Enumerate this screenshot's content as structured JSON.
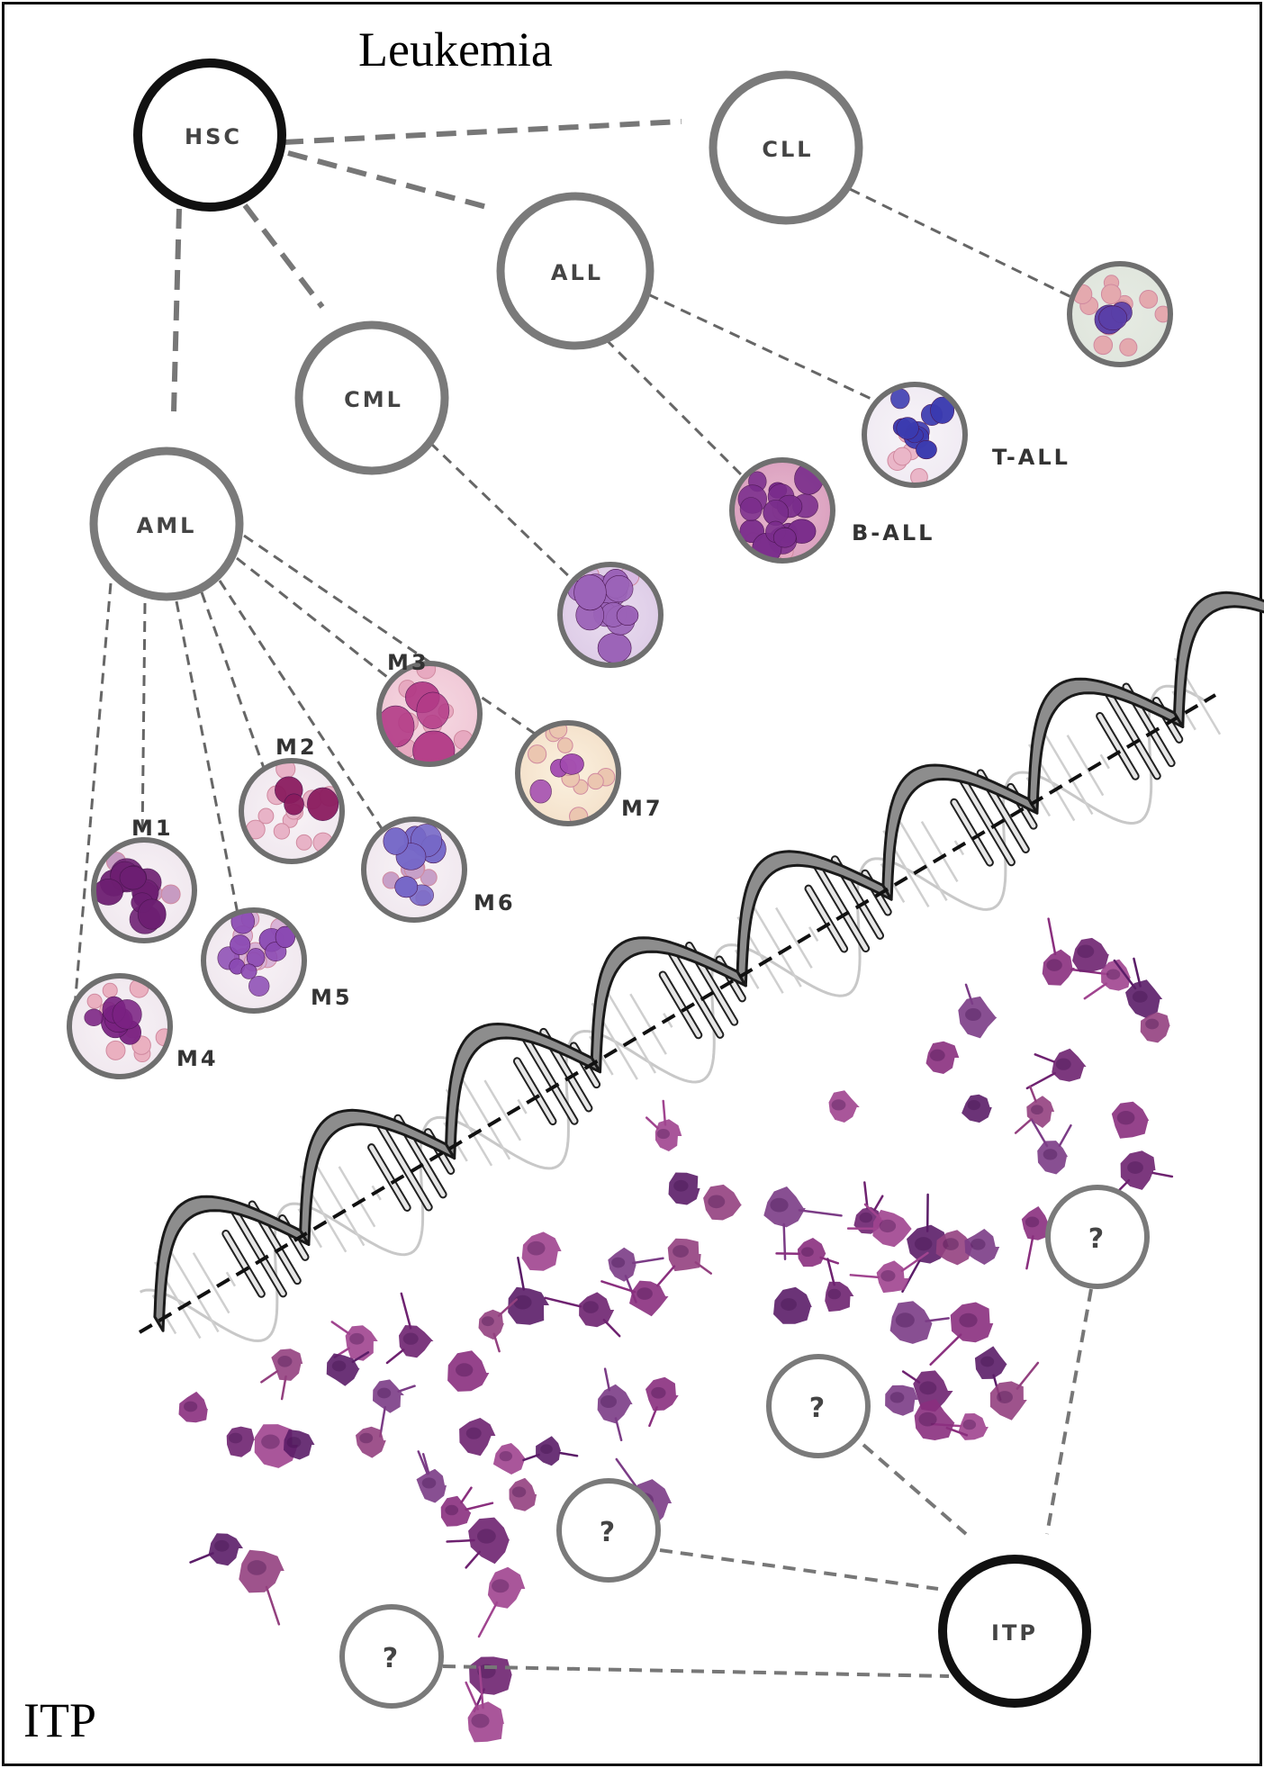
{
  "titles": {
    "top": "Leukemia",
    "bottom": "ITP"
  },
  "colors": {
    "root_stroke": "#111111",
    "node_stroke": "#7a7a7a",
    "link": "#777777",
    "platelet": "#8a2f7e",
    "helix": "#8d8d8d"
  },
  "nodes": {
    "hsc": "HSC",
    "cll": "CLL",
    "all": "ALL",
    "cml": "CML",
    "aml": "AML",
    "itp": "ITP"
  },
  "subtypes": {
    "t_all": "T-ALL",
    "b_all": "B-ALL",
    "m1": "M1",
    "m2": "M2",
    "m3": "M3",
    "m4": "M4",
    "m5": "M5",
    "m6": "M6",
    "m7": "M7"
  },
  "unknown": [
    "?",
    "?",
    "?",
    "?"
  ]
}
